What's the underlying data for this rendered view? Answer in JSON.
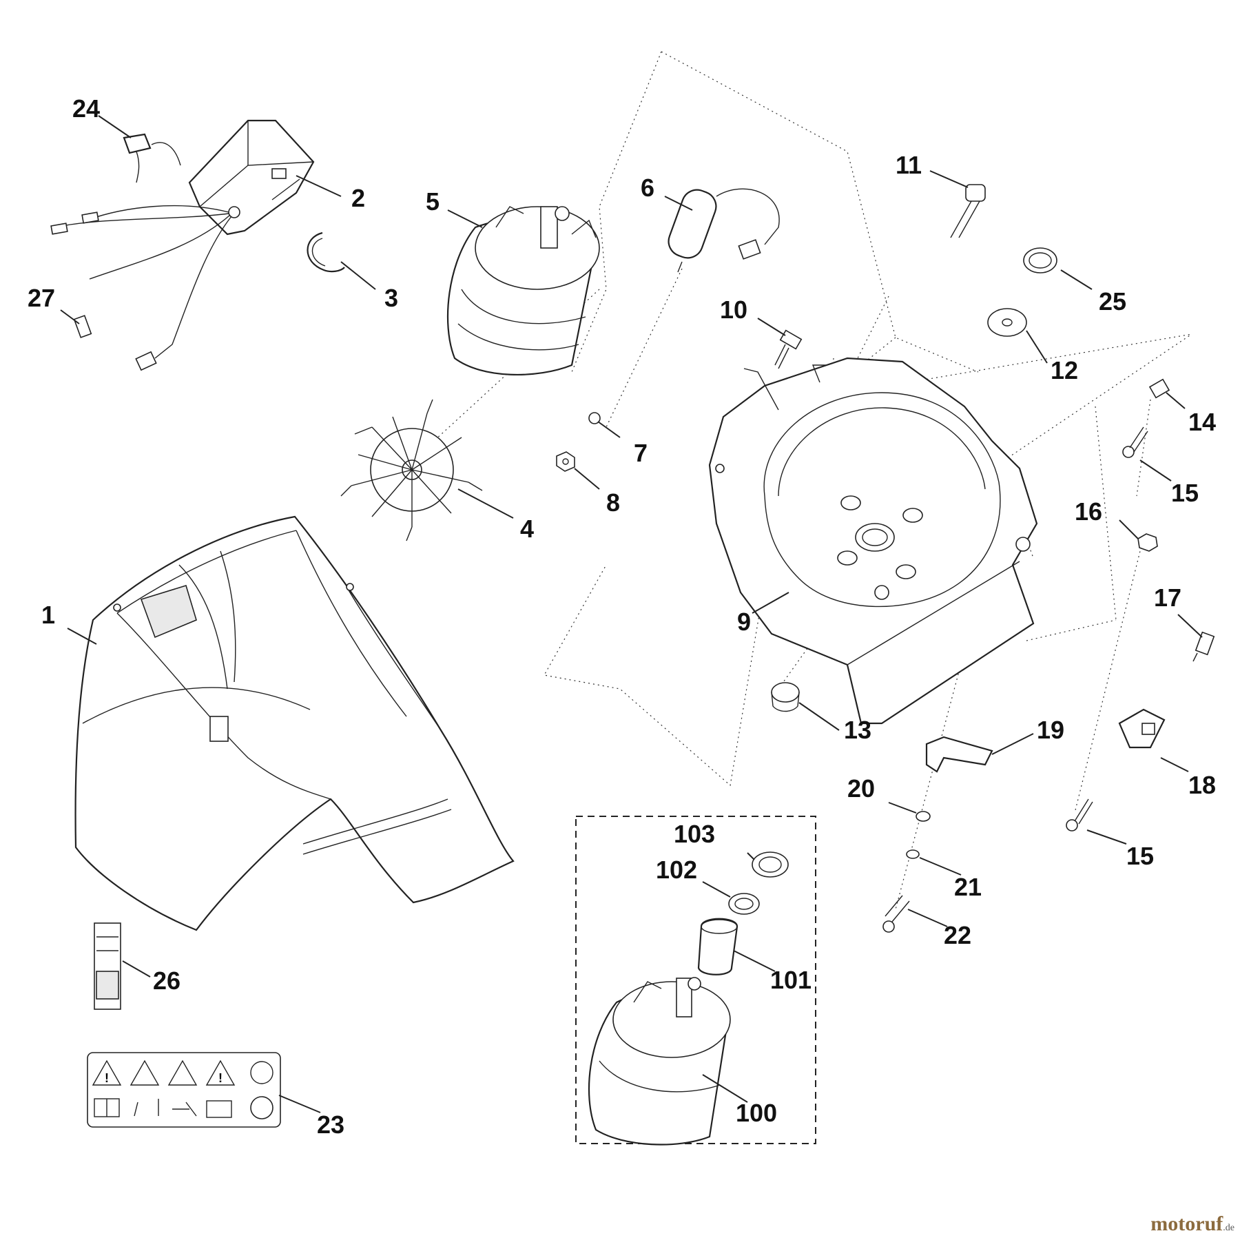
{
  "parts": [
    {
      "id": "p1",
      "label": "1"
    },
    {
      "id": "p2",
      "label": "2"
    },
    {
      "id": "p3",
      "label": "3"
    },
    {
      "id": "p4",
      "label": "4"
    },
    {
      "id": "p5",
      "label": "5"
    },
    {
      "id": "p6",
      "label": "6"
    },
    {
      "id": "p7",
      "label": "7"
    },
    {
      "id": "p8",
      "label": "8"
    },
    {
      "id": "p9",
      "label": "9"
    },
    {
      "id": "p10",
      "label": "10"
    },
    {
      "id": "p11",
      "label": "11"
    },
    {
      "id": "p12",
      "label": "12"
    },
    {
      "id": "p13",
      "label": "13"
    },
    {
      "id": "p14",
      "label": "14"
    },
    {
      "id": "p15a",
      "label": "15"
    },
    {
      "id": "p15b",
      "label": "15"
    },
    {
      "id": "p16",
      "label": "16"
    },
    {
      "id": "p17",
      "label": "17"
    },
    {
      "id": "p18",
      "label": "18"
    },
    {
      "id": "p19",
      "label": "19"
    },
    {
      "id": "p20",
      "label": "20"
    },
    {
      "id": "p21",
      "label": "21"
    },
    {
      "id": "p22",
      "label": "22"
    },
    {
      "id": "p23",
      "label": "23"
    },
    {
      "id": "p24",
      "label": "24"
    },
    {
      "id": "p25",
      "label": "25"
    },
    {
      "id": "p26",
      "label": "26"
    },
    {
      "id": "p27",
      "label": "27"
    },
    {
      "id": "p100",
      "label": "100"
    },
    {
      "id": "p101",
      "label": "101"
    },
    {
      "id": "p102",
      "label": "102"
    },
    {
      "id": "p103",
      "label": "103"
    }
  ],
  "watermark": {
    "brand": "motoruf",
    "tld": ".de"
  }
}
